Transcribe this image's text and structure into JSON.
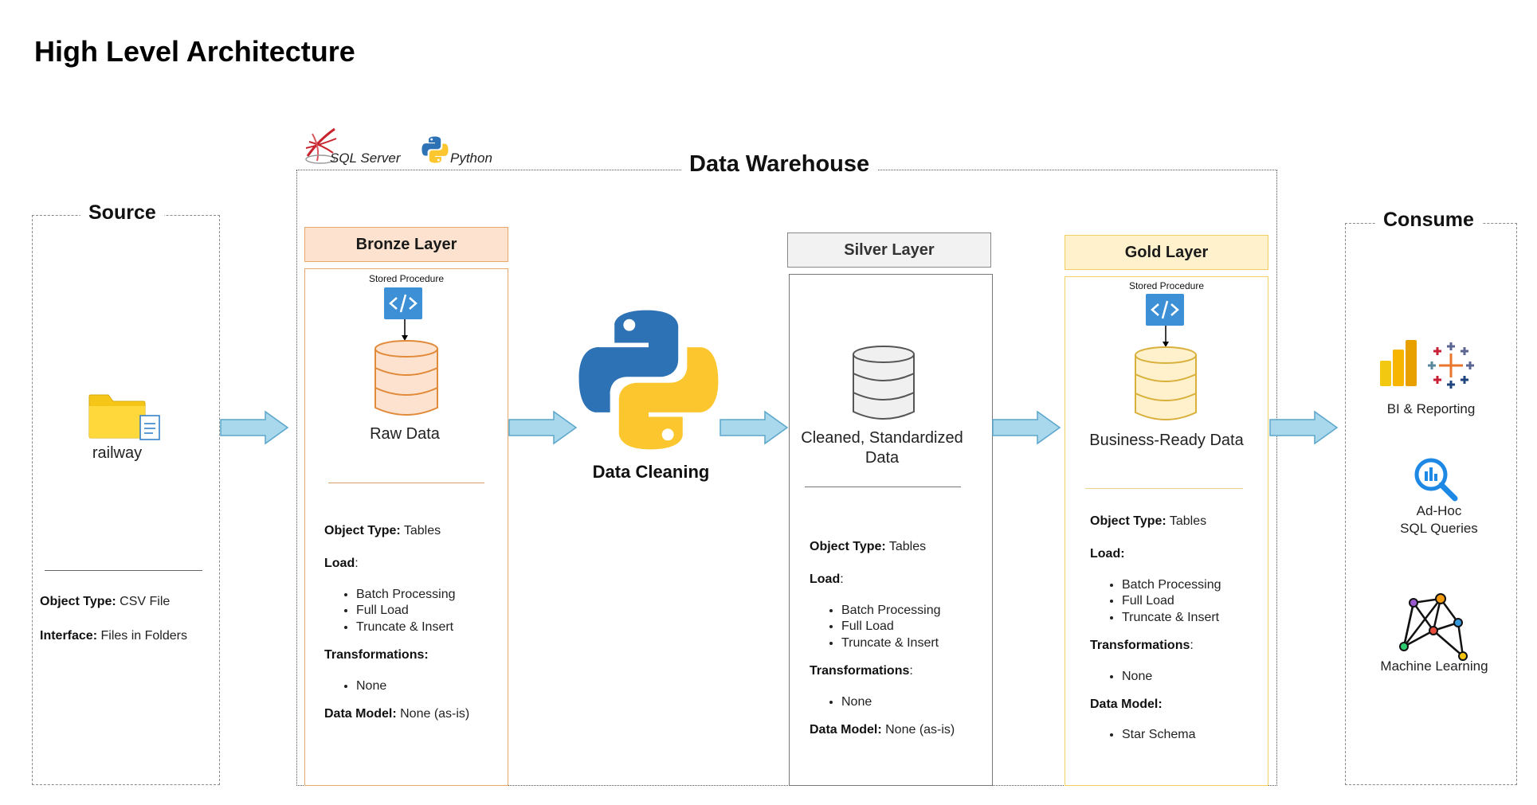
{
  "title": "High Level Architecture",
  "source": {
    "label": "Source",
    "folder_name": "railway",
    "object_type_label": "Object Type:",
    "object_type_value": "CSV File",
    "interface_label": "Interface:",
    "interface_value": "Files in Folders"
  },
  "warehouse": {
    "label": "Data Warehouse",
    "tech": [
      "SQL Server",
      "Python"
    ]
  },
  "bronze": {
    "title": "Bronze Layer",
    "stored_procedure": "Stored Procedure",
    "db_label": "Raw Data",
    "object_type_label": "Object Type:",
    "object_type_value": "Tables",
    "load_label": "Load",
    "load_suffix": ":",
    "load_items": [
      "Batch Processing",
      "Full Load",
      "Truncate & Insert"
    ],
    "transform_label": "Transformations:",
    "transform_suffix": "",
    "transform_items": [
      "None"
    ],
    "model_label": "Data Model:",
    "model_value": "None (as-is)",
    "head_bg": "#fde3cf",
    "border": "#e9a86b"
  },
  "cleaning": {
    "label": "Data Cleaning"
  },
  "silver": {
    "title": "Silver Layer",
    "db_label": "Cleaned, Standardized Data",
    "object_type_label": "Object Type:",
    "object_type_value": "Tables",
    "load_label": "Load",
    "load_suffix": ":",
    "load_items": [
      "Batch Processing",
      "Full Load",
      "Truncate & Insert"
    ],
    "transform_label": "Transformations",
    "transform_suffix": ":",
    "transform_items": [
      "None"
    ],
    "model_label": "Data Model:",
    "model_value": "None (as-is)",
    "head_bg": "#f2f2f2",
    "border": "#888888"
  },
  "gold": {
    "title": "Gold Layer",
    "stored_procedure": "Stored Procedure",
    "db_label": "Business-Ready Data",
    "object_type_label": "Object Type:",
    "object_type_value": "Tables",
    "load_label": "Load:",
    "load_suffix": "",
    "load_items": [
      "Batch Processing",
      "Full Load",
      "Truncate & Insert"
    ],
    "transform_label": "Transformations",
    "transform_suffix": ":",
    "transform_items": [
      "None"
    ],
    "model_label": "Data Model:",
    "model_items": [
      "Star Schema"
    ],
    "head_bg": "#fff1cc",
    "border": "#f0d060"
  },
  "consume": {
    "label": "Consume",
    "bi": "BI & Reporting",
    "adhoc_1": "Ad-Hoc",
    "adhoc_2": "SQL Queries",
    "ml": "Machine Learning"
  },
  "colors": {
    "arrow_fill": "#a9d7ec",
    "arrow_stroke": "#5ba6cc",
    "python_blue": "#2d72b4",
    "python_yellow": "#fcc62e",
    "sp_blue": "#3d8fd6"
  }
}
